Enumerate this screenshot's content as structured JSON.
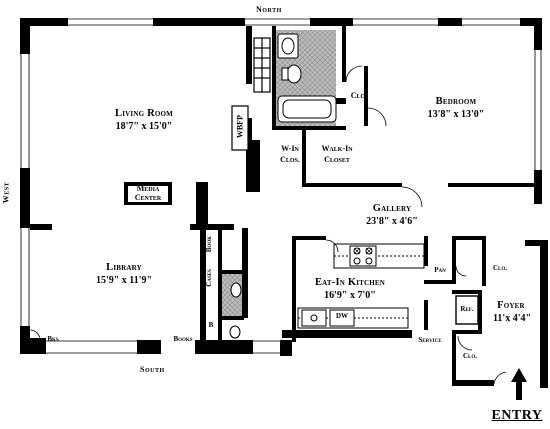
{
  "compass": {
    "north": "North",
    "south": "South",
    "west": "West"
  },
  "rooms": {
    "living_room": {
      "name": "Living Room",
      "dims": "18'7\" x 15'0\""
    },
    "bedroom": {
      "name": "Bedroom",
      "dims": "13'8\" x 13'0\""
    },
    "gallery": {
      "name": "Gallery",
      "dims": "23'8\" x 4'6\""
    },
    "library": {
      "name": "Library",
      "dims": "15'9\" x 11'9\""
    },
    "kitchen": {
      "name": "Eat-In Kitchen",
      "dims": "16'9\" x 7'0\""
    },
    "foyer": {
      "name": "Foyer",
      "dims": "11'x 4'4\""
    }
  },
  "labels": {
    "wbfp": "WBFP",
    "clo_bath": "Clo.",
    "w_in_clos_1": "W-In",
    "w_in_clos_2": "Clos.",
    "walk_in_1": "Walk-In",
    "walk_in_2": "Closet",
    "media_1": "Media",
    "media_2": "Center",
    "book": "Book",
    "cases": "Cases",
    "b": "B",
    "bks": "Bks",
    "books": "Books",
    "pan": "Pan",
    "clo_kitchen": "Clo.",
    "ref": "Ref.",
    "dw": "DW",
    "service": "Service",
    "clo_foyer": "Clo.",
    "entry": "ENTRY"
  }
}
